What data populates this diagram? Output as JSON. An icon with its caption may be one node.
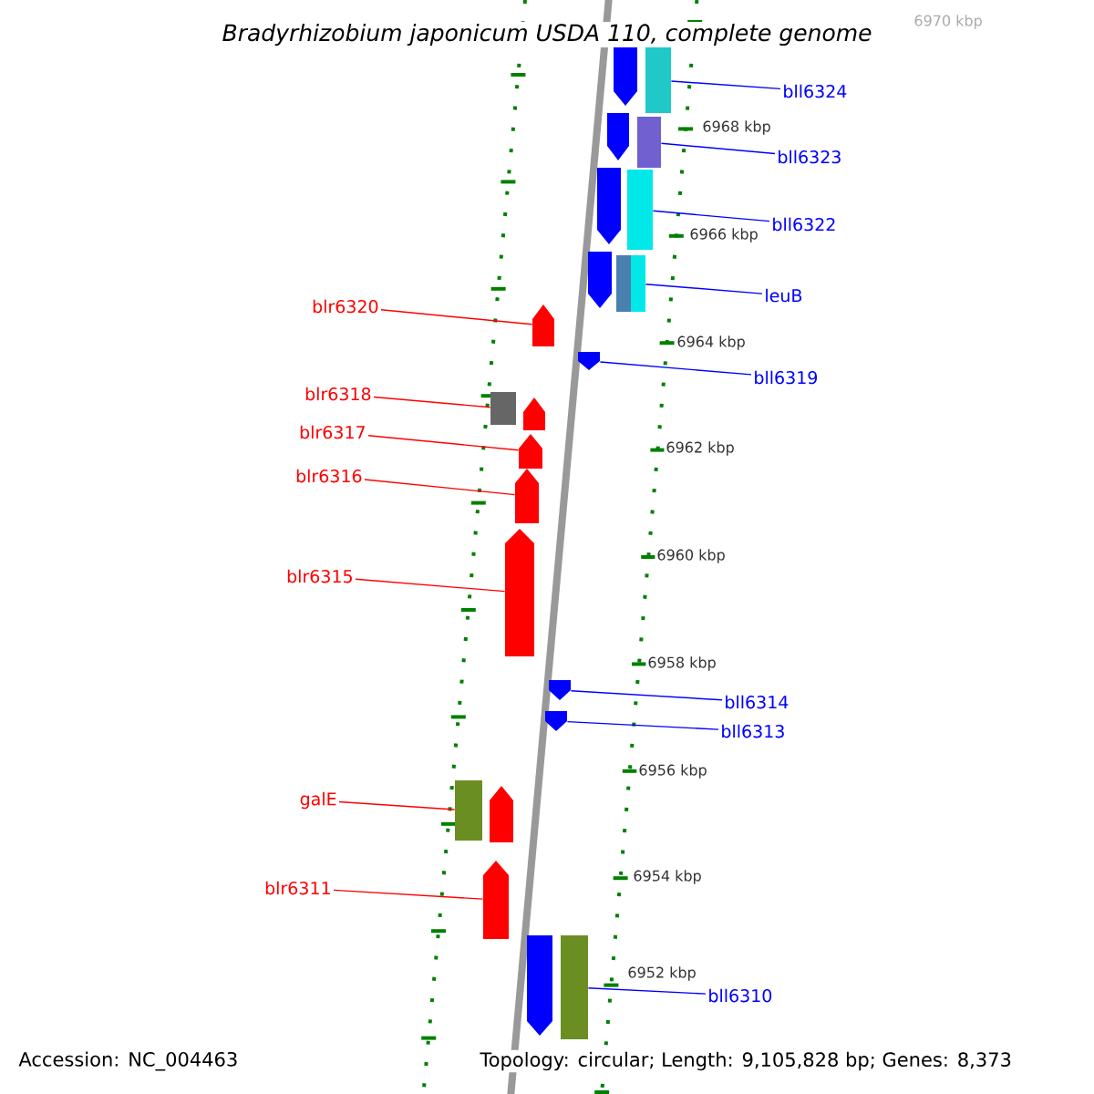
{
  "diagram": {
    "title": "Bradyrhizobium japonicum USDA 110, complete genome",
    "nodes": [
      {
        "text": [
          "bll6324"
        ]
      },
      {
        "text": [
          "bll6323"
        ]
      },
      {
        "text": [
          "bll6322"
        ]
      },
      {
        "text": [
          "leuB"
        ]
      },
      {
        "text": [
          "blr6320"
        ]
      },
      {
        "text": [
          "bll6319"
        ]
      },
      {
        "text": [
          "blr6318"
        ]
      },
      {
        "text": [
          "blr6317"
        ]
      },
      {
        "text": [
          "blr6316"
        ]
      },
      {
        "text": [
          "blr6315"
        ]
      },
      {
        "text": [
          "bll6314"
        ]
      },
      {
        "text": [
          "bll6313"
        ]
      },
      {
        "text": [
          "galE"
        ]
      },
      {
        "text": [
          "blr6311"
        ]
      },
      {
        "text": [
          "bll6310"
        ]
      },
      {
        "text": [],
        "shape": "pentagon"
      },
      {
        "text": [],
        "shape": "box"
      },
      {
        "text": [],
        "shape": "pentagon"
      },
      {
        "text": [],
        "shape": "box"
      },
      {
        "text": [],
        "shape": "pentagon"
      },
      {
        "text": [],
        "shape": "box"
      },
      {
        "text": [],
        "shape": "pentagon"
      },
      {
        "text": [],
        "shape": "box"
      },
      {
        "text": [],
        "shape": "box"
      },
      {
        "text": [],
        "shape": "pentagon"
      },
      {
        "text": [],
        "shape": "pentagon"
      },
      {
        "text": [],
        "shape": "box"
      },
      {
        "text": [],
        "shape": "pentagon"
      },
      {
        "text": [],
        "shape": "pentagon"
      },
      {
        "text": [],
        "shape": "pentagon"
      },
      {
        "text": [],
        "shape": "pentagon"
      },
      {
        "text": [],
        "shape": "pentagon"
      },
      {
        "text": [],
        "shape": "pentagon"
      },
      {
        "text": [],
        "shape": "box"
      },
      {
        "text": [],
        "shape": "pentagon"
      },
      {
        "text": [],
        "shape": "pentagon"
      },
      {
        "text": [],
        "shape": "pentagon"
      },
      {
        "text": [],
        "shape": "box"
      }
    ],
    "edges": [
      {
        "from": 0,
        "to": 16,
        "arrow": "none"
      },
      {
        "from": 1,
        "to": 18,
        "arrow": "none"
      },
      {
        "from": 2,
        "to": 20,
        "arrow": "none"
      },
      {
        "from": 3,
        "to": 23,
        "arrow": "none"
      },
      {
        "from": 4,
        "to": 24,
        "arrow": "none",
        "color": "#ff0000"
      },
      {
        "from": 5,
        "to": 25,
        "arrow": "none"
      },
      {
        "from": 6,
        "to": 26,
        "arrow": "none",
        "color": "#ff0000"
      },
      {
        "from": 7,
        "to": 28,
        "arrow": "none",
        "color": "#ff0000"
      },
      {
        "from": 8,
        "to": 29,
        "arrow": "none",
        "color": "#ff0000"
      },
      {
        "from": 9,
        "to": 30,
        "arrow": "none",
        "color": "#ff0000"
      },
      {
        "from": 10,
        "to": 31,
        "arrow": "none"
      },
      {
        "from": 11,
        "to": 32,
        "arrow": "none"
      },
      {
        "from": 12,
        "to": 33,
        "arrow": "none",
        "color": "#ff0000"
      },
      {
        "from": 13,
        "to": 35,
        "arrow": "none",
        "color": "#ff0000"
      },
      {
        "from": 14,
        "to": 37,
        "arrow": "none"
      }
    ],
    "labels": [
      "6970 kbp",
      "6968 kbp",
      "6966 kbp",
      "6964 kbp",
      "6962 kbp",
      "6960 kbp",
      "6958 kbp",
      "6956 kbp",
      "6954 kbp",
      "6952 kbp",
      "Accession: NC_004463",
      "Topology: circular; Length: 9,105,828 bp; Genes: 8,373"
    ]
  }
}
